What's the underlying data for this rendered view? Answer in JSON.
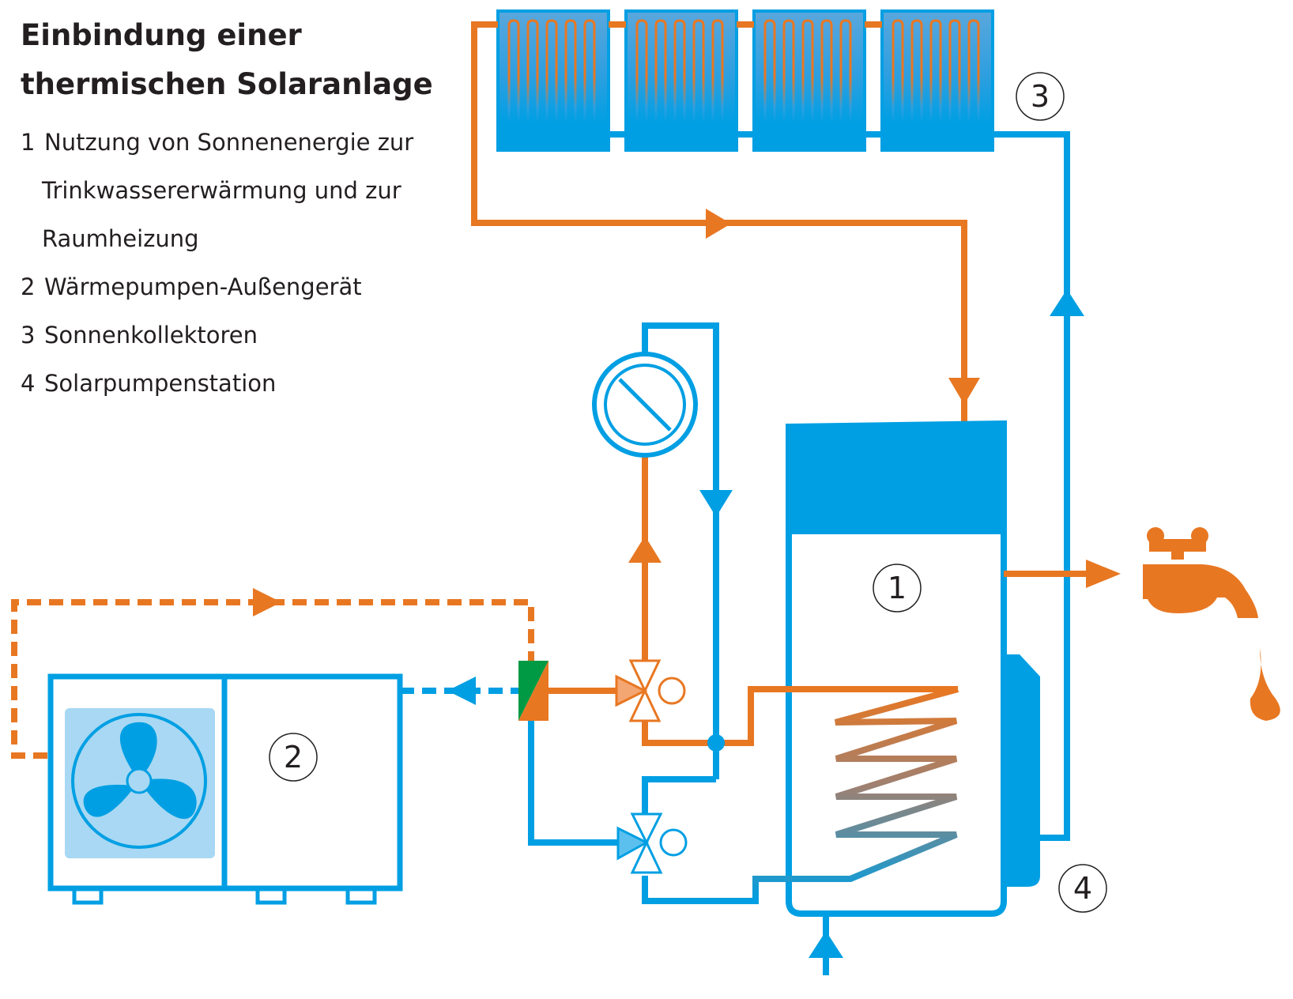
{
  "title_line1": "Einbindung einer",
  "title_line2": "thermischen Solaranlage",
  "legend": [
    {
      "num": "1",
      "lines": [
        "Nutzung von Sonnenenergie zur",
        "Trinkwassererwärmung und zur",
        "Raumheizung"
      ]
    },
    {
      "num": "2",
      "lines": [
        "Wärmepumpen-Außengerät"
      ]
    },
    {
      "num": "3",
      "lines": [
        "Sonnenkollektoren"
      ]
    },
    {
      "num": "4",
      "lines": [
        "Solarpumpenstation"
      ]
    }
  ],
  "callouts": {
    "tank": "1",
    "heat_pump": "2",
    "collectors": "3",
    "pump_station": "4"
  },
  "colors": {
    "hot": "#e87722",
    "cold": "#009fe3",
    "fan_bg": "#a8d8f3",
    "hex_green": "#009a44",
    "text": "#231f20"
  },
  "icons": [
    "fan-icon",
    "faucet-icon",
    "water-drop-icon",
    "pump-icon",
    "three-way-valve-icon",
    "plate-heat-exchanger-icon"
  ]
}
